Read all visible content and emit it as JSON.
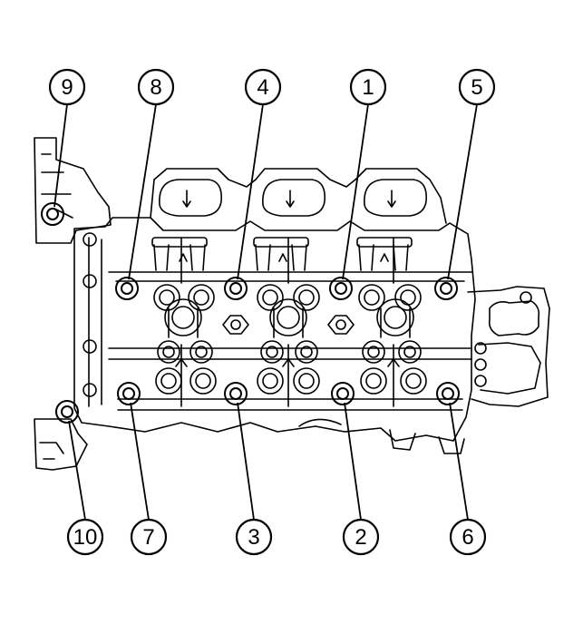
{
  "diagram": {
    "callouts": [
      {
        "label": "9"
      },
      {
        "label": "8"
      },
      {
        "label": "4"
      },
      {
        "label": "1"
      },
      {
        "label": "5"
      },
      {
        "label": "10"
      },
      {
        "label": "7"
      },
      {
        "label": "3"
      },
      {
        "label": "2"
      },
      {
        "label": "6"
      }
    ]
  },
  "colors": {
    "line": "#000000",
    "background": "#ffffff"
  }
}
